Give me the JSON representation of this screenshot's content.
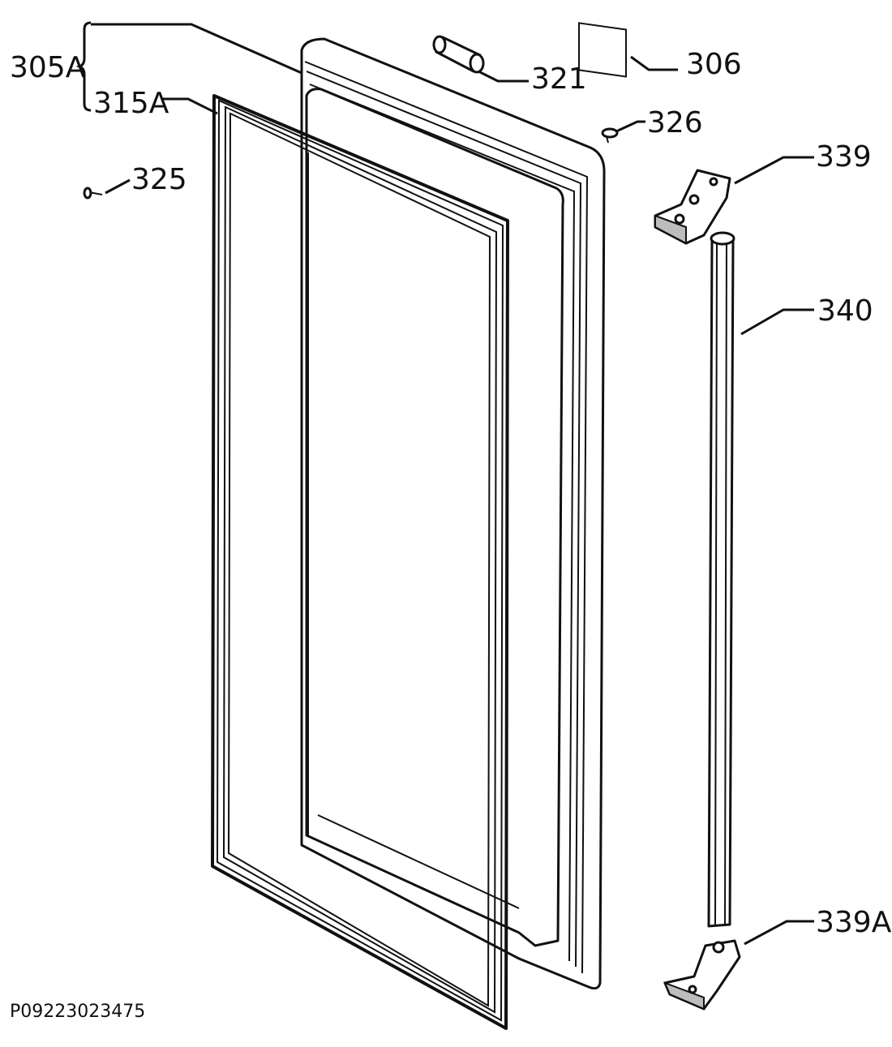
{
  "diagram": {
    "drawing_code": "P09223023475",
    "labels": {
      "door_assembly": "305A",
      "gasket": "315A",
      "screw_left": "325",
      "pin": "321",
      "plate": "306",
      "screw_top": "326",
      "hinge_top": "339",
      "handle_bar": "340",
      "hinge_bottom": "339A"
    }
  }
}
